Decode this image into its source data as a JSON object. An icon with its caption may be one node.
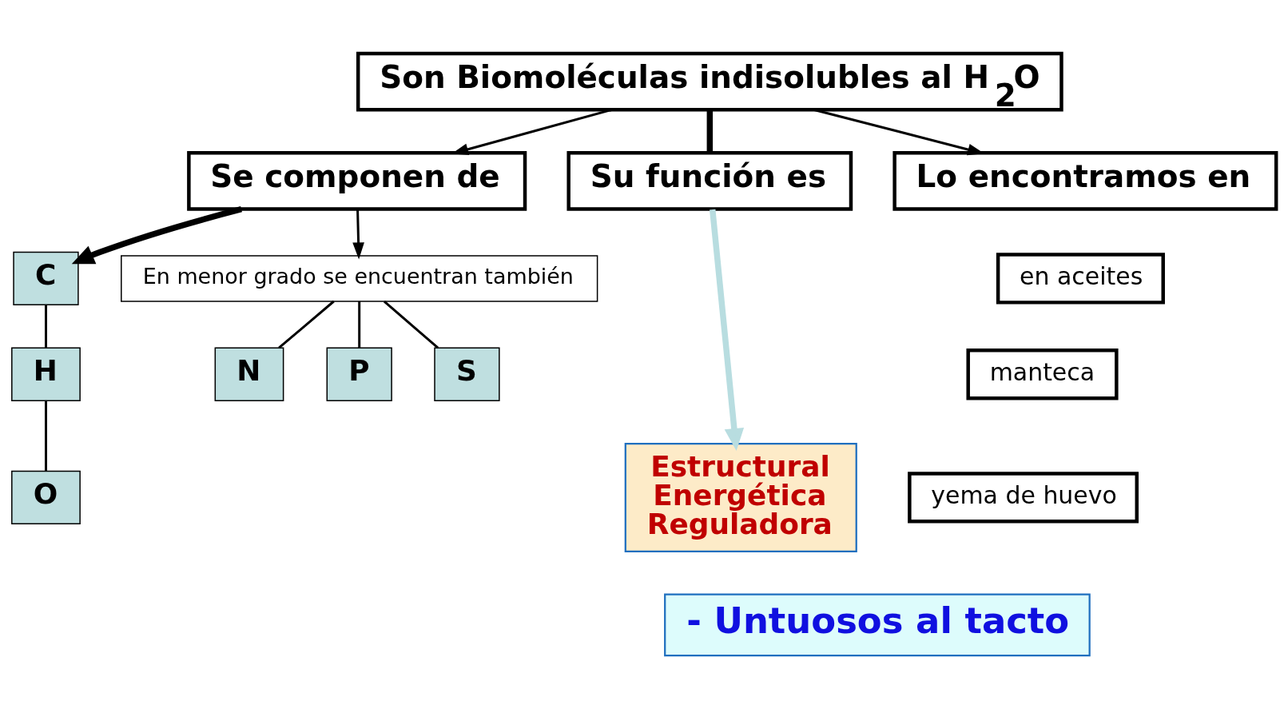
{
  "diagram": {
    "nodes": [
      {
        "text": [
          "Son Biomoléculas indisolubles al H$_{2}$O"
        ]
      },
      {
        "text": [
          "Se componen de"
        ]
      },
      {
        "text": [
          "Su función es"
        ]
      },
      {
        "text": [
          "Lo encontramos en"
        ]
      },
      {
        "text": [
          "C"
        ]
      },
      {
        "text": [
          "H"
        ]
      },
      {
        "text": [
          "O"
        ]
      },
      {
        "text": [
          "En menor grado se encuentran también"
        ]
      },
      {
        "text": [
          "N"
        ]
      },
      {
        "text": [
          "P"
        ]
      },
      {
        "text": [
          "S"
        ]
      },
      {
        "text": [
          "Estructural",
          "Energética",
          "Reguladora"
        ]
      },
      {
        "text": [
          "en aceites"
        ]
      },
      {
        "text": [
          "manteca"
        ]
      },
      {
        "text": [
          "yema de huevo"
        ]
      },
      {
        "text": [
          "- Untuosos al tacto"
        ]
      }
    ],
    "edges": [
      {
        "from": 0,
        "to": 1,
        "arrow": "to"
      },
      {
        "from": 0,
        "to": 2,
        "arrow": "none",
        "style": "thick"
      },
      {
        "from": 0,
        "to": 3,
        "arrow": "to"
      },
      {
        "from": 1,
        "to": 4,
        "arrow": "to",
        "style": "thick"
      },
      {
        "from": 4,
        "to": 5,
        "arrow": "none"
      },
      {
        "from": 5,
        "to": 6,
        "arrow": "none"
      },
      {
        "from": 1,
        "to": 7,
        "arrow": "to"
      },
      {
        "from": 7,
        "to": 8,
        "arrow": "none"
      },
      {
        "from": 7,
        "to": 9,
        "arrow": "none"
      },
      {
        "from": 7,
        "to": 10,
        "arrow": "none"
      },
      {
        "from": 2,
        "to": 11,
        "arrow": "to",
        "style": "thick",
        "color": "#b8dde0"
      }
    ]
  }
}
